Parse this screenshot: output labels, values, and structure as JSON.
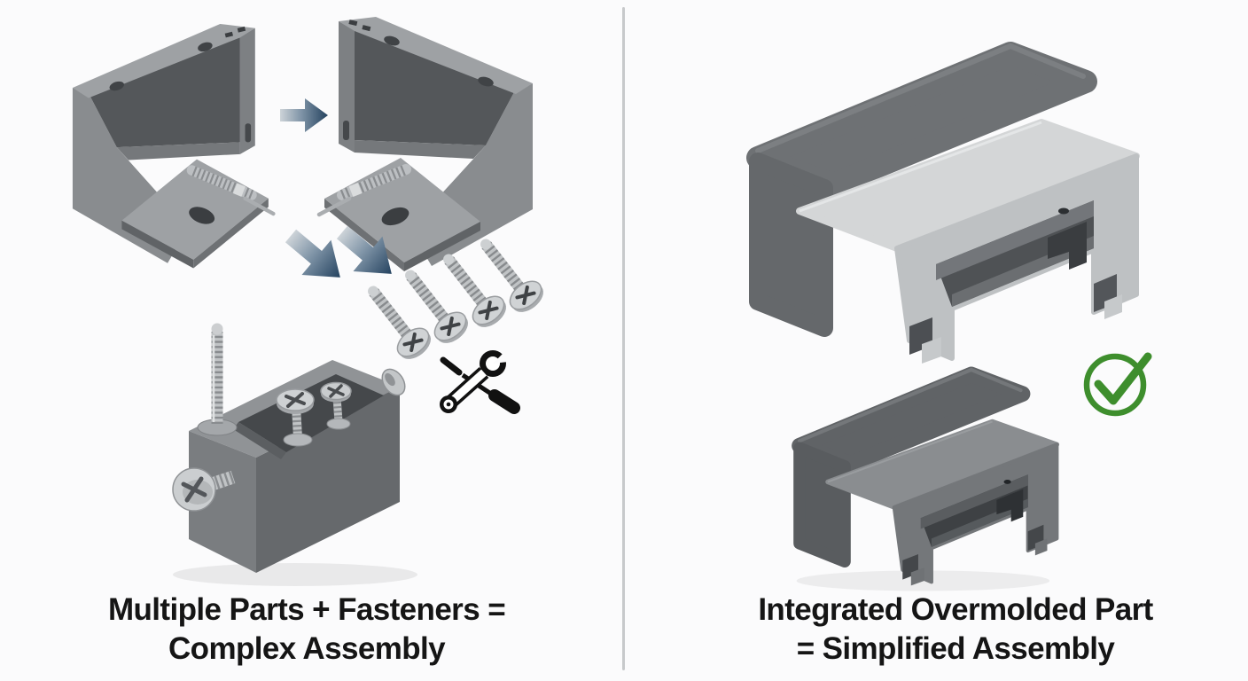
{
  "left_panel": {
    "caption_line1": "Multiple Parts + Fasteners =",
    "caption_line2": "Complex Assembly"
  },
  "right_panel": {
    "caption_line1": "Integrated Overmolded Part",
    "caption_line2": "= Simplified Assembly"
  },
  "icons": {
    "tools_icon": "crossed-wrench-and-screwdriver",
    "check_icon": "green-circled-checkmark",
    "arrow_right_icon": "blue-gradient-arrow-right",
    "arrows_down_icon": "two-blue-gradient-arrows-diagonal-down"
  },
  "illustration_parts": {
    "left": [
      "gray-housing-half-with-threaded-stud-left",
      "gray-housing-half-with-threaded-stud-right",
      "four-phillips-flat-head-screws",
      "assembled-housing-with-five-screws"
    ],
    "right": [
      "overmolded-part-dark-sleeve-with-light-insert",
      "integrated-one-piece-molded-part"
    ]
  },
  "colors": {
    "background": "#fbfbfc",
    "divider": "#c7c9cb",
    "caption_text": "#151515",
    "part_gray": "#85888b",
    "part_gray_dark": "#54575a",
    "part_gray_light": "#9ea1a4",
    "overmold_insert_light": "#d4d6d7",
    "overmold_sleeve_dark": "#6e7174",
    "screw_silver": "#c3c6c8",
    "arrow_blue_dark": "#24425f",
    "arrow_blue_light": "#cdd3d8",
    "check_green": "#3e8e2d",
    "tools_black": "#111111"
  }
}
